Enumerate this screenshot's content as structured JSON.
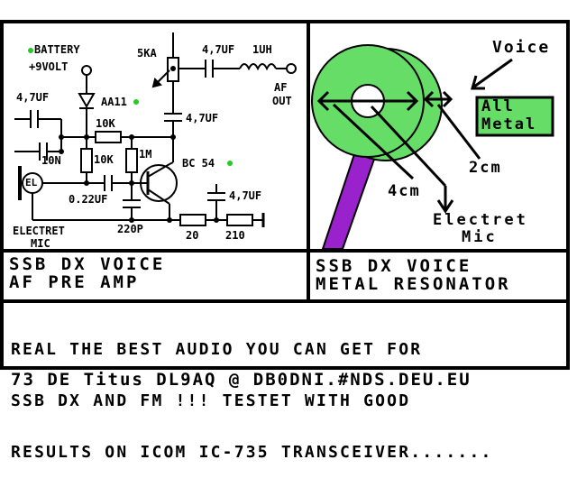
{
  "schematic": {
    "battery": "BATTERY",
    "voltage": "+9VOLT",
    "pot": "5KA",
    "cap_top": "4,7UF",
    "inductor": "1UH",
    "af_out_1": "AF",
    "af_out_2": "OUT",
    "cap_left": "4,7UF",
    "diode": "AA11",
    "cap_mid": "4,7UF",
    "r1": "10K",
    "r2": "10K",
    "r3": "1M",
    "transistor": "BC 54",
    "cap_10n": "10N",
    "mic_el": "EL",
    "cap_022": "0.22UF",
    "cap_bottom": "4,7UF",
    "electret_1": "ELECTRET",
    "electret_2": "MIC",
    "cap_220p": "220P",
    "r20": "20",
    "r210": "210"
  },
  "resonator": {
    "voice": "Voice",
    "all": "All",
    "metal": "Metal",
    "dim_2cm": "2cm",
    "dim_4cm": "4cm",
    "electret": "Electret",
    "mic": "Mic"
  },
  "captions": {
    "left_line1": "SSB DX VOICE",
    "left_line2": "AF PRE AMP",
    "right_line1": "SSB DX VOICE",
    "right_line2": "METAL RESONATOR"
  },
  "note": {
    "line1": "REAL THE BEST AUDIO YOU CAN GET FOR",
    "line2": "SSB DX AND FM !!! TESTET WITH GOOD",
    "line3": "RESULTS ON ICOM IC-735 TRANSCEIVER......."
  },
  "footer": "73 DE Titus DL9AQ @ DB0DNI.#NDS.DEU.EU",
  "colors": {
    "green": "#66dd66",
    "purple": "#9922cc",
    "led": "#22cc22"
  }
}
